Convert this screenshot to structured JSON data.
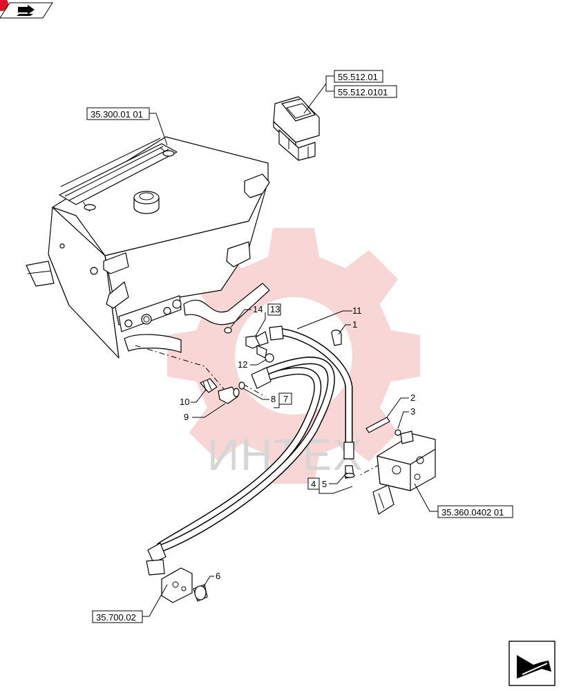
{
  "watermark": {
    "text": "ИНТЕХ",
    "gear_color": "#f4b4b4"
  },
  "reference_labels": [
    {
      "id": "ref-55-512-01",
      "text": "55.512.01"
    },
    {
      "id": "ref-55-512-0101",
      "text": "55.512.0101"
    },
    {
      "id": "ref-35-300-01-01",
      "text": "35.300.01 01"
    },
    {
      "id": "ref-35-360-0402-01",
      "text": "35.360.0402 01"
    },
    {
      "id": "ref-35-700-02",
      "text": "35.700.02"
    }
  ],
  "callouts": {
    "c1": "1",
    "c2": "2",
    "c3": "3",
    "c4": "4",
    "c5": "5",
    "c6": "6",
    "c7": "7",
    "c8": "8",
    "c9": "9",
    "c10": "10",
    "c11": "11",
    "c12": "12",
    "c13": "13",
    "c14": "14"
  },
  "colors": {
    "line": "#000000",
    "background": "#ffffff",
    "badge": "#e0102a"
  },
  "icons": {
    "top_left": "return-arrow-icon",
    "bottom_right": "next-page-arrow-icon"
  }
}
